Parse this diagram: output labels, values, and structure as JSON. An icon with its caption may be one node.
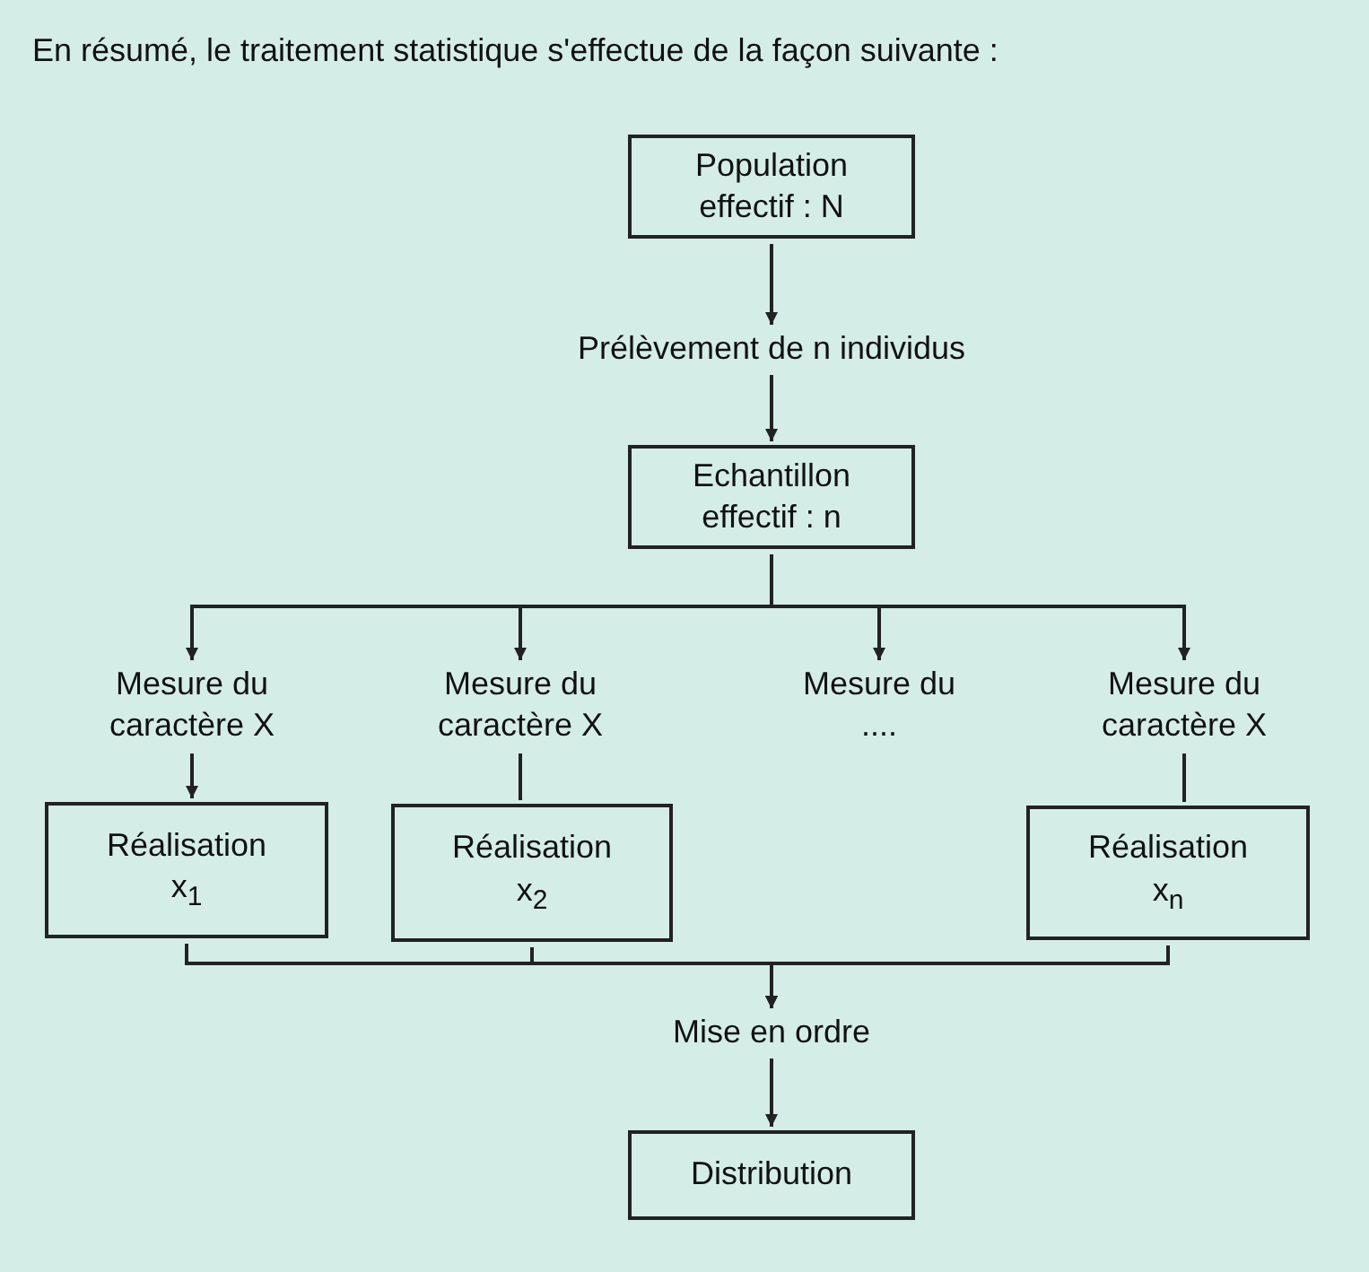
{
  "diagram": {
    "title": "En résumé, le traitement statistique s'effectue de la façon suivante :",
    "nodes": [
      {
        "text": [
          "Population",
          "effectif : N"
        ]
      },
      {
        "text": [
          "Prélèvement de n individus"
        ]
      },
      {
        "text": [
          "Echantillon",
          "effectif : n"
        ]
      },
      {
        "text": [
          "Mesure du caractère X"
        ]
      },
      {
        "text": [
          "Mesure du caractère X"
        ]
      },
      {
        "text": [
          "Mesure du",
          "...."
        ]
      },
      {
        "text": [
          "Mesure du caractère X"
        ]
      },
      {
        "text": [
          "Réalisation",
          "x$_{1}$"
        ]
      },
      {
        "text": [
          "Réalisation",
          "x$_{2}$"
        ]
      },
      {
        "text": [
          "Réalisation",
          "x$_{n}$"
        ]
      },
      {
        "text": [
          "Mise en ordre"
        ]
      },
      {
        "text": [
          "Distribution"
        ]
      }
    ],
    "edges": [
      {
        "from": 0,
        "to": 1,
        "arrow": "to"
      },
      {
        "from": 1,
        "to": 2,
        "arrow": "to"
      },
      {
        "from": 2,
        "to": 3,
        "arrow": "to"
      },
      {
        "from": 2,
        "to": 4,
        "arrow": "to"
      },
      {
        "from": 2,
        "to": 5,
        "arrow": "to"
      },
      {
        "from": 2,
        "to": 6,
        "arrow": "to"
      },
      {
        "from": 3,
        "to": 7,
        "arrow": "to"
      },
      {
        "from": 4,
        "to": 8,
        "arrow": "none"
      },
      {
        "from": 6,
        "to": 9,
        "arrow": "none"
      },
      {
        "from": 7,
        "to": 10,
        "arrow": "to"
      },
      {
        "from": 8,
        "to": 10,
        "arrow": "to"
      },
      {
        "from": 9,
        "to": 10,
        "arrow": "to"
      },
      {
        "from": 10,
        "to": 11,
        "arrow": "to"
      }
    ]
  }
}
